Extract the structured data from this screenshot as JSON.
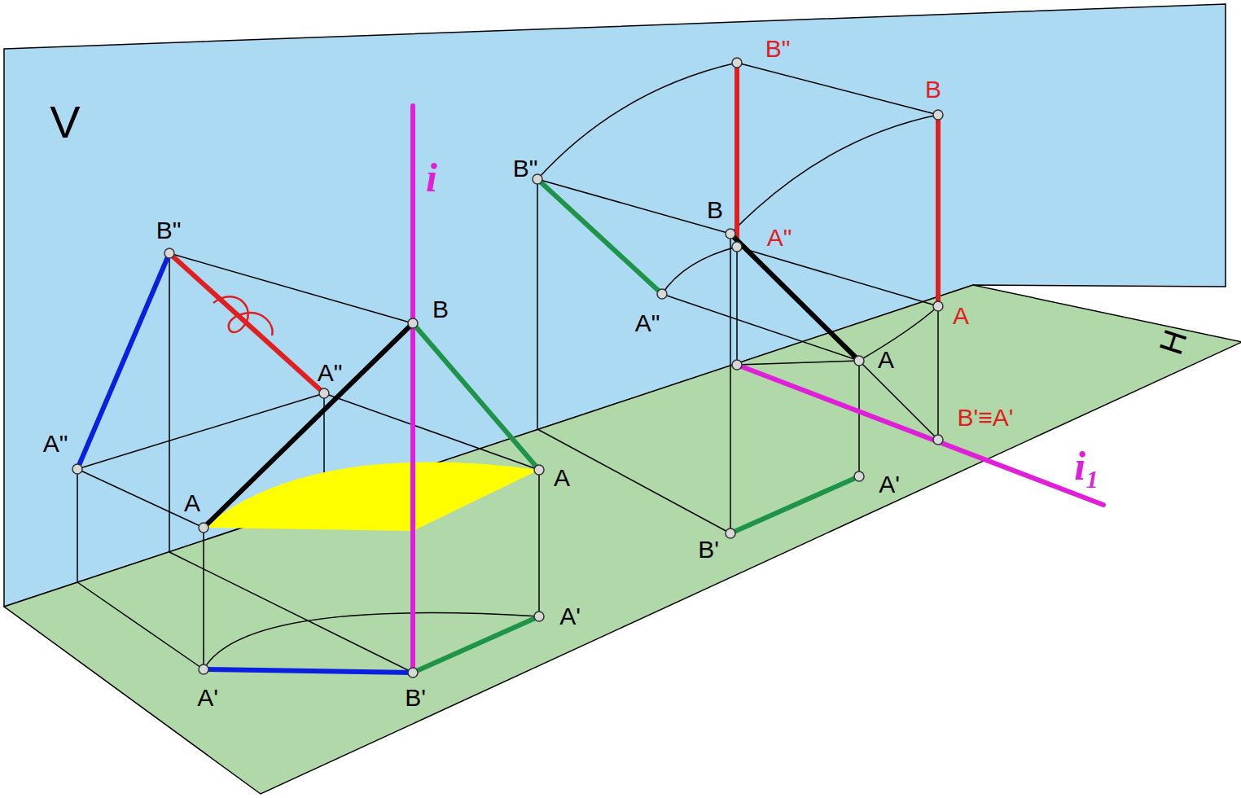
{
  "diagram": {
    "labels": [
      "V",
      "i",
      "B\"",
      "B",
      "A\"",
      "A\"",
      "A",
      "A",
      "A'",
      "A'",
      "B'",
      "B\"",
      "B",
      "B\"",
      "B",
      "A\"",
      "A\"",
      "A",
      "A",
      "B'≡A'",
      "i₁",
      "A'",
      "B'",
      "H"
    ]
  }
}
